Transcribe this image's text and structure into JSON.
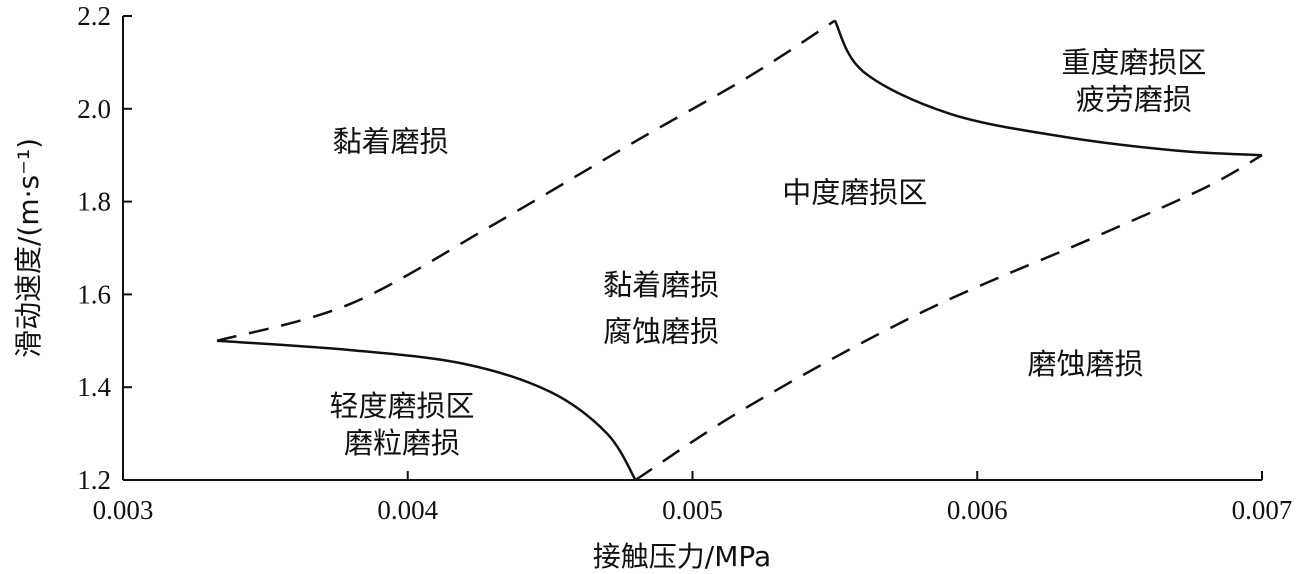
{
  "chart_data": {
    "type": "line",
    "title": "",
    "xlabel": "接触压力/MPa",
    "ylabel": "滑动速度/(m·s⁻¹)",
    "xlim": [
      0.003,
      0.007
    ],
    "ylim": [
      1.2,
      2.2
    ],
    "xticks": [
      {
        "value": 0.003,
        "label": "0.003"
      },
      {
        "value": 0.004,
        "label": "0.004"
      },
      {
        "value": 0.005,
        "label": "0.005"
      },
      {
        "value": 0.006,
        "label": "0.006"
      },
      {
        "value": 0.007,
        "label": "0.007"
      }
    ],
    "yticks": [
      {
        "value": 1.2,
        "label": "1.2"
      },
      {
        "value": 1.4,
        "label": "1.4"
      },
      {
        "value": 1.6,
        "label": "1.6"
      },
      {
        "value": 1.8,
        "label": "1.8"
      },
      {
        "value": 2.0,
        "label": "2.0"
      },
      {
        "value": 2.2,
        "label": "2.2"
      }
    ],
    "grid": false,
    "series": [
      {
        "id": "lower-left-solid",
        "style": "solid",
        "points": [
          [
            0.00333,
            1.5
          ],
          [
            0.0038,
            1.48
          ],
          [
            0.0042,
            1.45
          ],
          [
            0.0045,
            1.39
          ],
          [
            0.0047,
            1.3
          ],
          [
            0.0048,
            1.2
          ]
        ]
      },
      {
        "id": "upper-right-solid",
        "style": "solid",
        "points": [
          [
            0.0055,
            2.19
          ],
          [
            0.0056,
            2.08
          ],
          [
            0.0059,
            1.99
          ],
          [
            0.0063,
            1.94
          ],
          [
            0.0067,
            1.91
          ],
          [
            0.007,
            1.9
          ]
        ]
      },
      {
        "id": "upper-left-dashed",
        "style": "dashed",
        "points": [
          [
            0.00333,
            1.5
          ],
          [
            0.0038,
            1.58
          ],
          [
            0.0043,
            1.75
          ],
          [
            0.0048,
            1.93
          ],
          [
            0.0052,
            2.07
          ],
          [
            0.0055,
            2.19
          ]
        ]
      },
      {
        "id": "lower-right-dashed",
        "style": "dashed",
        "points": [
          [
            0.0048,
            1.2
          ],
          [
            0.0052,
            1.36
          ],
          [
            0.0058,
            1.56
          ],
          [
            0.0064,
            1.72
          ],
          [
            0.0068,
            1.83
          ],
          [
            0.007,
            1.9
          ]
        ]
      }
    ],
    "annotations": [
      {
        "name": "label-severe-zone",
        "text": "重度磨损区",
        "x": 0.00655,
        "y": 2.1
      },
      {
        "name": "label-fatigue-wear",
        "text": "疲劳磨损",
        "x": 0.00655,
        "y": 2.02
      },
      {
        "name": "label-adhesive-wear-upper",
        "text": "黏着磨损",
        "x": 0.00394,
        "y": 1.93
      },
      {
        "name": "label-medium-zone",
        "text": "中度磨损区",
        "x": 0.00557,
        "y": 1.82
      },
      {
        "name": "label-adhesive-wear-center",
        "text": "黏着磨损",
        "x": 0.00489,
        "y": 1.62
      },
      {
        "name": "label-corrosive-wear-center",
        "text": "腐蚀磨损",
        "x": 0.00489,
        "y": 1.52
      },
      {
        "name": "label-corrosive-wear-right",
        "text": "磨蚀磨损",
        "x": 0.00638,
        "y": 1.45
      },
      {
        "name": "label-mild-zone",
        "text": "轻度磨损区",
        "x": 0.00398,
        "y": 1.36
      },
      {
        "name": "label-abrasive-wear",
        "text": "磨粒磨损",
        "x": 0.00398,
        "y": 1.28
      }
    ]
  }
}
